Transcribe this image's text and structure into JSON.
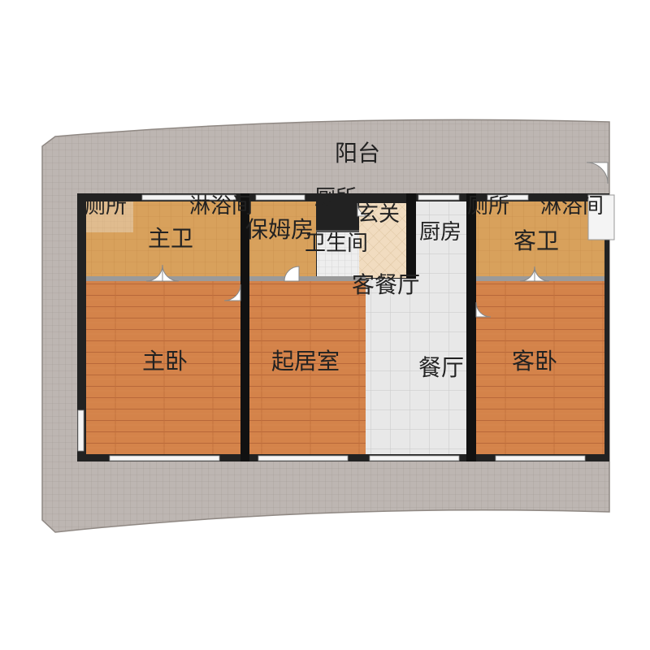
{
  "labels": {
    "balcony": "阳台",
    "toilet_left": "厕所",
    "shower_left": "淋浴间",
    "master_bath": "主卫",
    "toilet_mid": "厕所",
    "nanny_room": "保姆房",
    "entrance": "玄关",
    "bathroom": "卫生间",
    "kitchen": "厨房",
    "toilet_right": "厕所",
    "shower_right": "淋浴间",
    "guest_bath": "客卫",
    "living_dining": "客餐厅",
    "master_bedroom": "主卧",
    "family_room": "起居室",
    "dining": "餐厅",
    "guest_bedroom": "客卧"
  },
  "colors": {
    "balcony_tile": "#bdb6b2",
    "wood_floor": "#d4834a",
    "bath_floor": "#d8a15c",
    "wall": "#111111",
    "light_tile": "#e8e8e8"
  }
}
